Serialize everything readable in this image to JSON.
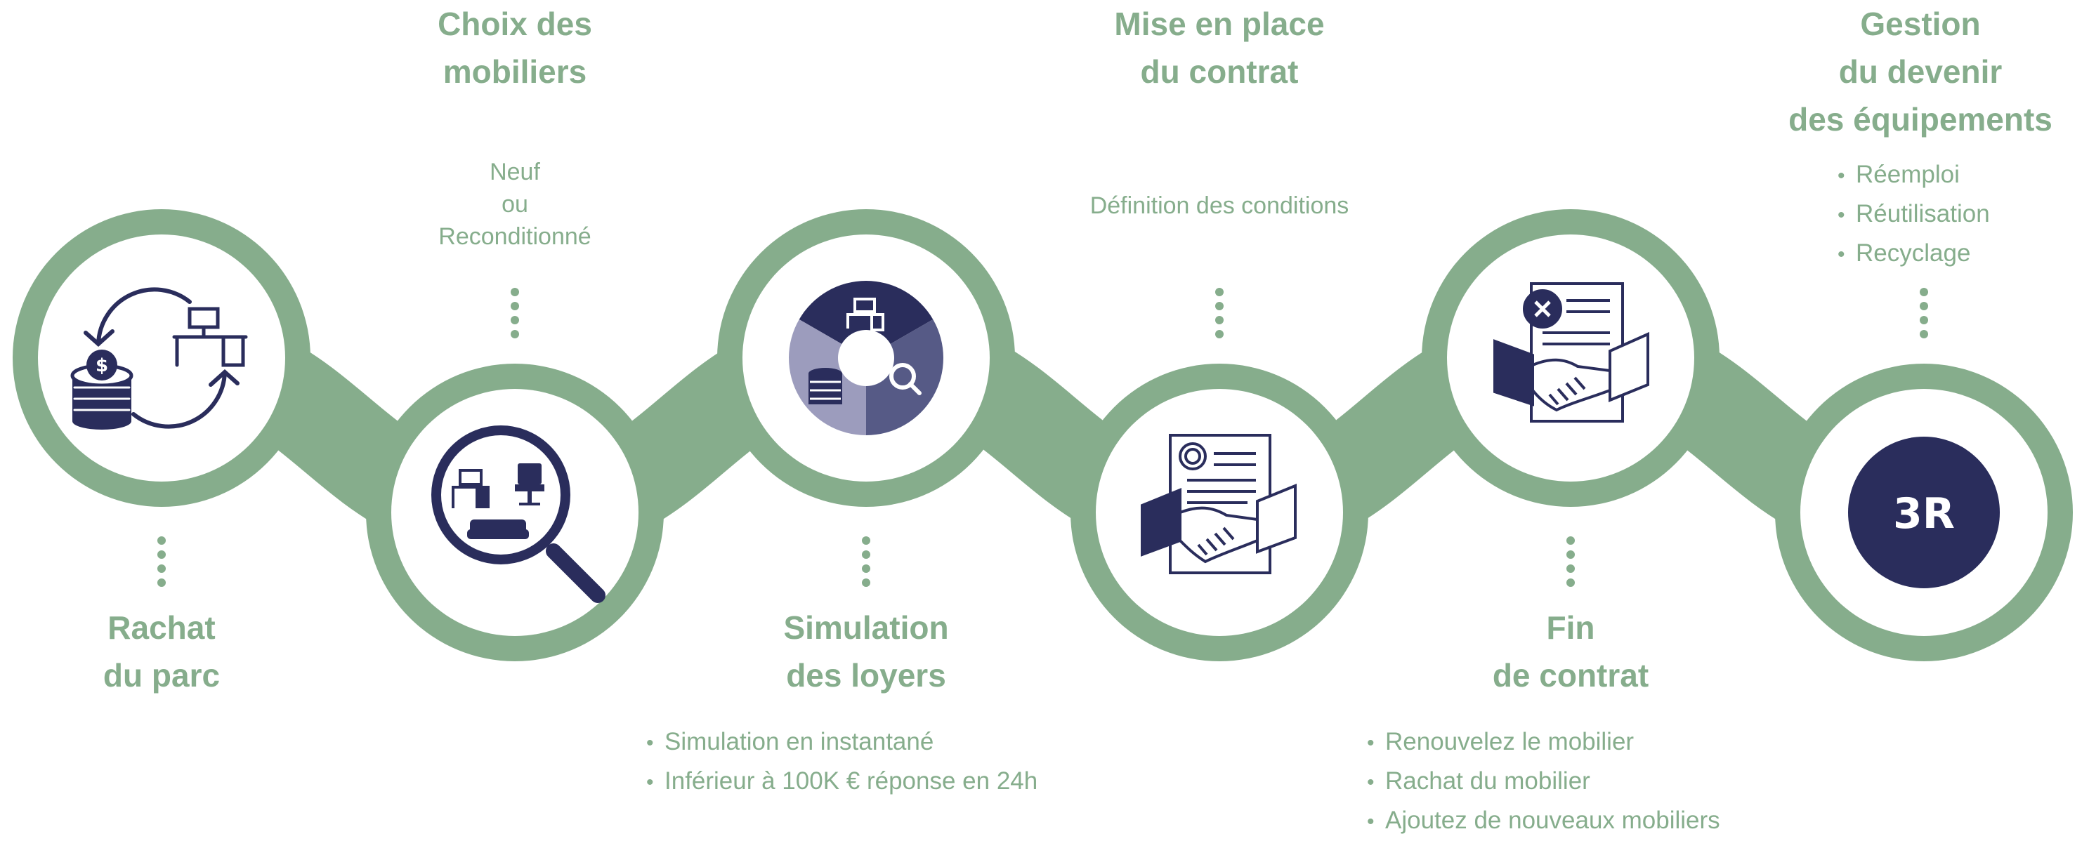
{
  "colors": {
    "green": "#86ad8c",
    "navy": "#2a2d5c",
    "lavender_mid": "#565a86",
    "lavender_light": "#9c9cbd",
    "white": "#ffffff"
  },
  "steps": [
    {
      "id": "rachat",
      "title": "Rachat\ndu parc",
      "icon": "exchange-coins-desk-icon"
    },
    {
      "id": "choix",
      "title": "Choix des\nmobiliers",
      "subtitle": "Neuf\nou\nReconditionné",
      "icon": "magnifier-furniture-icon"
    },
    {
      "id": "simulation",
      "title": "Simulation\ndes loyers",
      "bullets": [
        "Simulation en instantané",
        "Inférieur à 100K € réponse en 24h"
      ],
      "icon": "donut-chart-icon"
    },
    {
      "id": "mise",
      "title": "Mise en place\ndu contrat",
      "subtitle": "Définition des conditions",
      "icon": "contract-handshake-icon"
    },
    {
      "id": "fin",
      "title": "Fin\nde contrat",
      "bullets": [
        "Renouvelez le mobilier",
        "Rachat du mobilier",
        "Ajoutez de nouveaux mobiliers"
      ],
      "icon": "cancelled-contract-handshake-icon"
    },
    {
      "id": "gestion",
      "title": "Gestion\ndu devenir\ndes équipements",
      "bullets": [
        "Réemploi",
        "Réutilisation",
        "Recyclage"
      ],
      "icon": "three-r-badge-icon",
      "badge_text": "3R"
    }
  ]
}
